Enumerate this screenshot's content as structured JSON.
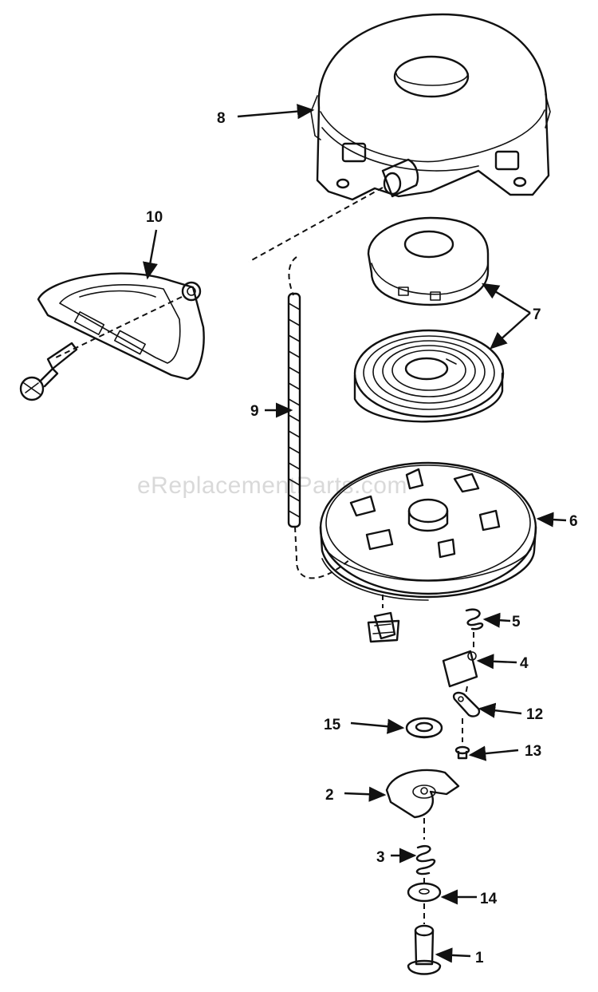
{
  "watermark": "eReplacementParts.com",
  "parts": [
    {
      "number": "1"
    },
    {
      "number": "2"
    },
    {
      "number": "3"
    },
    {
      "number": "4"
    },
    {
      "number": "5"
    },
    {
      "number": "6"
    },
    {
      "number": "7"
    },
    {
      "number": "8"
    },
    {
      "number": "9"
    },
    {
      "number": "10"
    },
    {
      "number": "12"
    },
    {
      "number": "13"
    },
    {
      "number": "14"
    },
    {
      "number": "15"
    }
  ]
}
